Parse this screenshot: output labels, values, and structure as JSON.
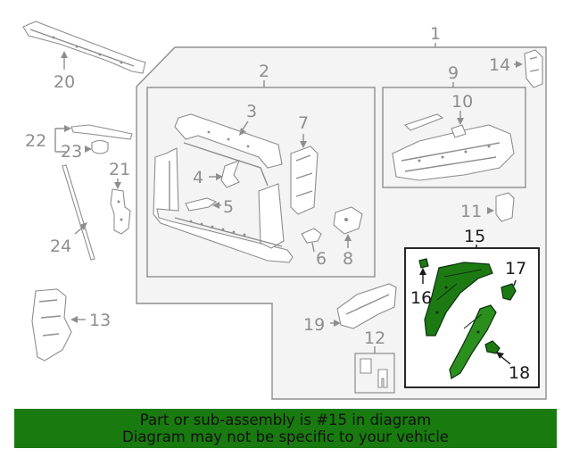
{
  "colors": {
    "banner_bg": "#197a0f",
    "highlight_fill": "#1d7a12",
    "part_stroke": "#8e8e8e",
    "label_grey": "#8e8e8e",
    "label_dark": "#1a1a1a",
    "panel_fill": "#f4f4f4"
  },
  "callouts": {
    "n1": "1",
    "n2": "2",
    "n3": "3",
    "n4": "4",
    "n5": "5",
    "n6": "6",
    "n7": "7",
    "n8": "8",
    "n9": "9",
    "n10": "10",
    "n11": "11",
    "n12": "12",
    "n13": "13",
    "n14": "14",
    "n15": "15",
    "n16": "16",
    "n17": "17",
    "n18": "18",
    "n19": "19",
    "n20": "20",
    "n21": "21",
    "n22": "22",
    "n23": "23",
    "n24": "24"
  },
  "highlighted_callouts": [
    "15",
    "16",
    "17",
    "18"
  ],
  "banner": {
    "line1": "Part or sub-assembly is #15 in diagram",
    "line2": "Diagram may not be specific to your vehicle"
  }
}
